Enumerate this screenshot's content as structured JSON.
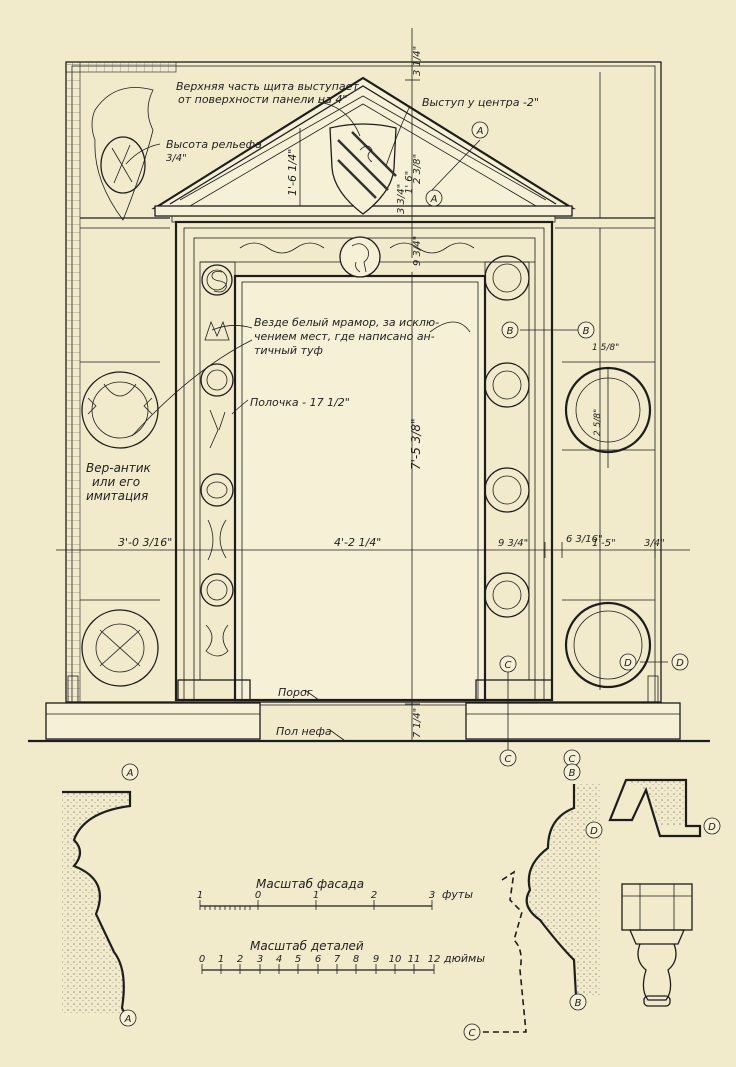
{
  "notes": {
    "shield_projection_1": "Верхняя часть щита выступает",
    "shield_projection_2": "от поверхности панели на 4\"",
    "center_projection": "Выступ у центра -2\"",
    "relief_height": "Высота рельефа",
    "relief_height_value": "3/4\"",
    "marble_1": "Везде белый мрамор, за исклю-",
    "marble_2": "чением мест, где написано ан-",
    "marble_3": "тичный туф",
    "shelf": "Полочка - 17 1/2\"",
    "verde_1": "Вер-антик",
    "verde_2": "или его",
    "verde_3": "имитация",
    "threshold": "Порог",
    "nave_floor": "Пол нефа"
  },
  "dimensions": {
    "top_gap": "3 1/4\"",
    "pediment_height": "1'-6 1/4\"",
    "shield_h1": "3 3/4\"",
    "shield_h2": "1' 6\"",
    "shield_h3": "2 3/8\"",
    "frieze_height": "9 3/4\"",
    "opening_height": "7'-5 3/8\"",
    "step_height": "7 1/4\"",
    "left_width": "3'-0 3/16\"",
    "opening_width": "4'-2 1/4\"",
    "jamb_width": "9 3/4\"",
    "margin_gap": "6 3/16\"",
    "panel_width": "1'-5\"",
    "edge_gap": "3/4\"",
    "ring_top": "1 5/8\"",
    "ring_depth": "2 5/8\""
  },
  "section_markers": {
    "a": "A",
    "b": "B",
    "c": "C",
    "d": "D"
  },
  "scales": {
    "facade_title": "Масштаб фасада",
    "facade_ticks": [
      "1",
      "0",
      "1",
      "2",
      "3"
    ],
    "facade_unit": "футы",
    "detail_title": "Масштаб деталей",
    "detail_ticks": [
      "0",
      "1",
      "2",
      "3",
      "4",
      "5",
      "6",
      "7",
      "8",
      "9",
      "10",
      "11",
      "12"
    ],
    "detail_unit": "дюймы"
  }
}
